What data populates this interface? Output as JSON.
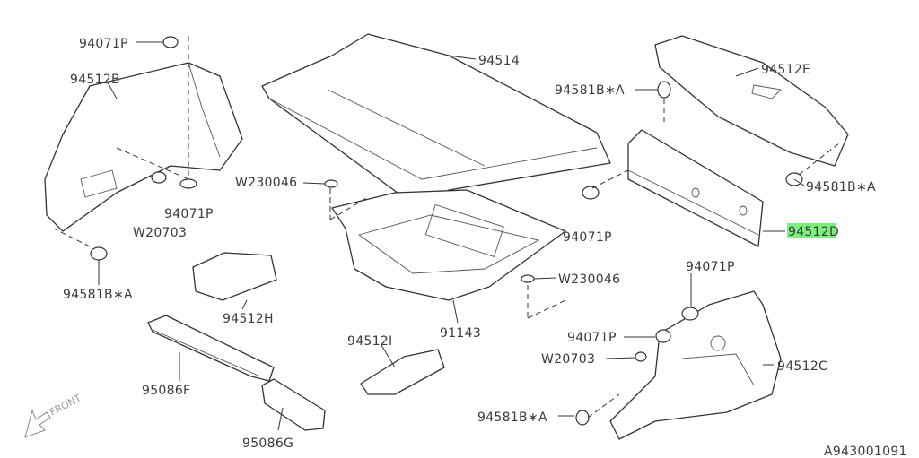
{
  "title": "Trunk trim parts diagram",
  "highlight_color": "#7CF07C",
  "labels": {
    "p94071p_a": "94071P",
    "p94512b": "94512B",
    "p94514": "94514",
    "p94581ba_a": "94581B∗A",
    "p94512e": "94512E",
    "w230046_a": "W230046",
    "p94071p_b": "94071P",
    "w20703_a": "W20703",
    "p94581ba_b": "94581B∗A",
    "p94071p_c": "94071P",
    "p94512d": "94512D",
    "p94581ba_c": "94581B∗A",
    "w230046_b": "W230046",
    "p94512h": "94512H",
    "p91143": "91143",
    "p94071p_d": "94071P",
    "p94512i": "94512I",
    "p94071p_e": "94071P",
    "w20703_b": "W20703",
    "p94512c": "94512C",
    "p95086f": "95086F",
    "p94581ba_d": "94581B∗A",
    "p95086g": "95086G",
    "diagram_id": "A943001091",
    "front": "FRONT"
  }
}
